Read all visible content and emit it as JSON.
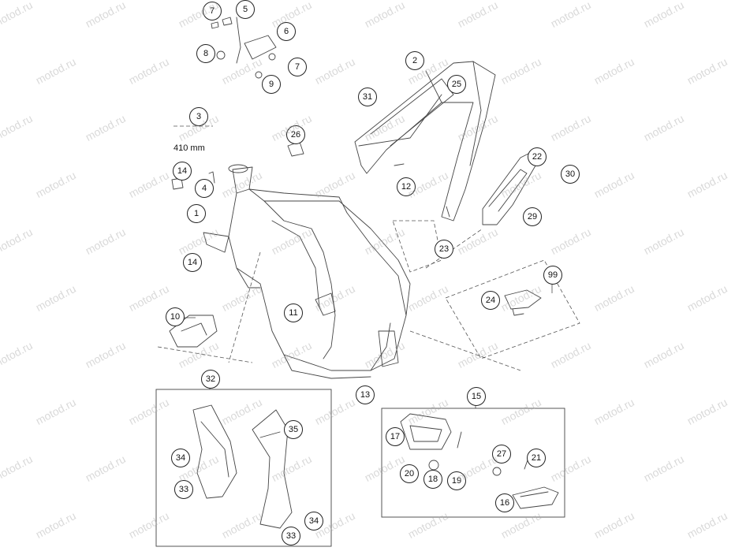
{
  "diagram": {
    "dimension_label": "410 mm",
    "watermark": "motod.ru",
    "callouts": [
      "7",
      "5",
      "6",
      "8",
      "7",
      "9",
      "2",
      "25",
      "31",
      "3",
      "26",
      "22",
      "30",
      "14",
      "4",
      "12",
      "1",
      "29",
      "23",
      "14",
      "99",
      "24",
      "10",
      "11",
      "32",
      "13",
      "15",
      "35",
      "17",
      "34",
      "21",
      "27",
      "20",
      "18",
      "19",
      "33",
      "16",
      "34",
      "33"
    ]
  }
}
